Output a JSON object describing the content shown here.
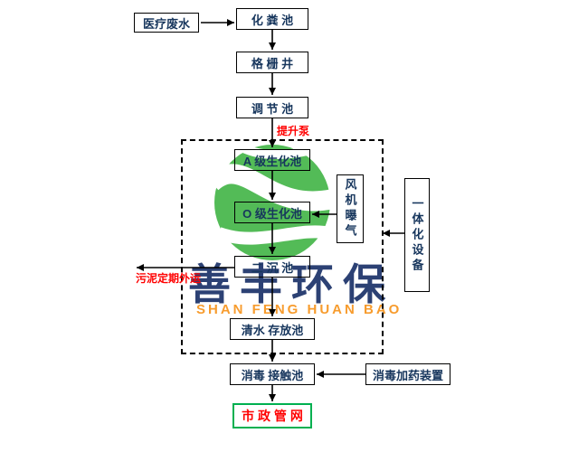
{
  "nodes": {
    "medical_wastewater": "医疗废水",
    "septic_tank": "化 粪 池",
    "grid_well": "格 栅 井",
    "regulating_tank": "调 节 池",
    "a_tank": "A 级生化池",
    "o_tank": "O 级生化池",
    "secondary_tank": "二  沉  池",
    "clear_water_tank": "清水 存放池",
    "fan_aeration": "风机曝气",
    "integrated_equipment": "一体化设备",
    "disinfection_tank": "消毒  接触池",
    "dosing_device": "消毒加药装置",
    "municipal_network": "市 政 管 网"
  },
  "labels": {
    "lift_pump": "提升泵",
    "sludge_removal": "污泥定期外运"
  },
  "watermark": {
    "cn": "善丰环保",
    "en": "SHAN FENG HUAN BAO"
  },
  "colors": {
    "node_text": "#17365d",
    "red_label": "#ff0000",
    "outlet_border": "#00b050",
    "logo_green": "#45b649",
    "cn_navy": "#1b3169",
    "en_orange": "#f7941d"
  }
}
